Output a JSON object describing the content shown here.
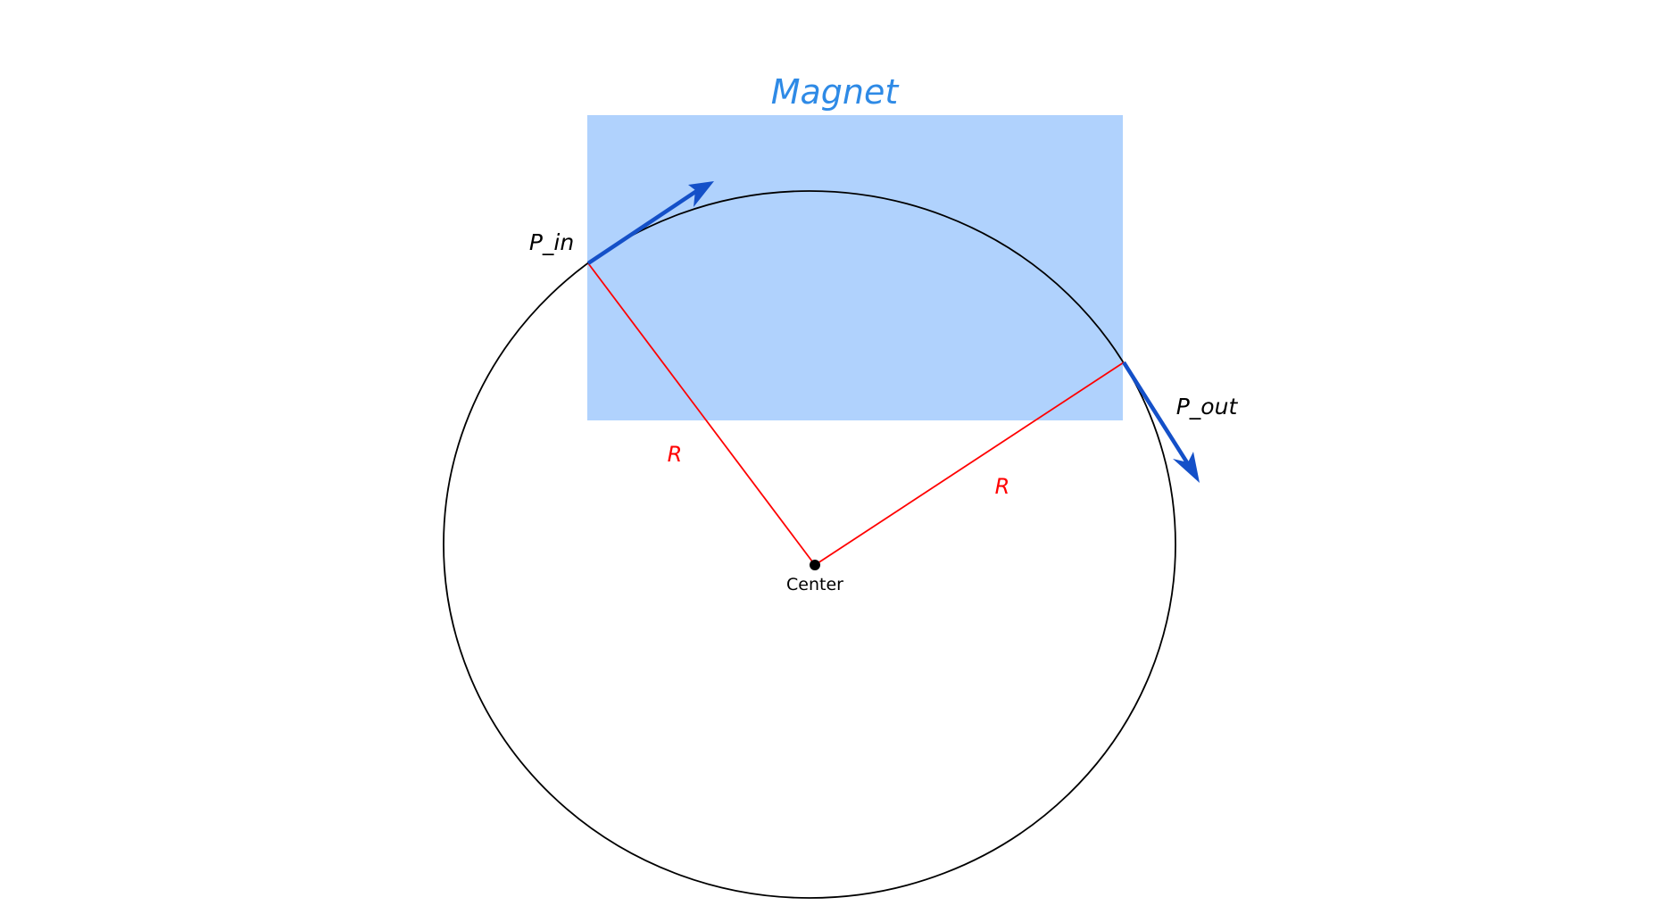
{
  "magnet": {
    "label": "Magnet",
    "color": "#b0d2fd",
    "label_color": "#2e8ae6"
  },
  "momentum": {
    "in_label": "P_in",
    "out_label": "P_out",
    "arrow_color": "#1450c8"
  },
  "radius": {
    "label_left": "R",
    "label_right": "R",
    "color": "#ff0000"
  },
  "center": {
    "label": "Center"
  }
}
